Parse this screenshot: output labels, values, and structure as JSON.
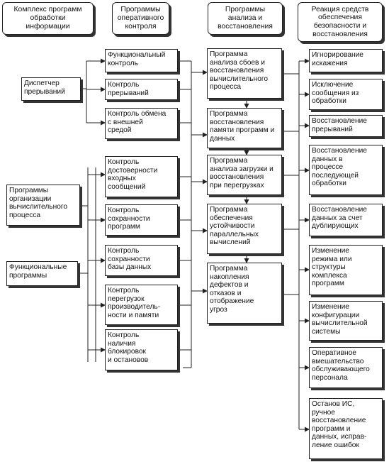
{
  "headers": [
    "Комплекс программ\nобработки\nинформации",
    "Программы\nоперативного\nконтроля",
    "Программы\nанализа и\nвосстановления",
    "Реакция средств\nобеспечения\nбезопасности и\nвосстановления"
  ],
  "sources": [
    "Диспетчер\nпрерываний",
    "Программы\nорганизации\nвычислительного\nпроцесса",
    "Функциональные\nпрограммы"
  ],
  "control": [
    "Функциональный\nконтроль",
    "Контроль\nпрерываний",
    "Контроль обмена\nс внешней\nсредой",
    "Контроль\nдостоверности\nвходных\nсообщений",
    "Контроль\nсохранности\nпрограмм",
    "Контроль\nсохранности\nбазы данных",
    "Контроль\nперегрузок\nпроизводитель-\nности и памяти",
    "Контроль\nналичия\nблокировок\nи остановов"
  ],
  "analysis": [
    "Программа\nанализа сбоев и\nвосстановления\nвычислительного\nпроцесса",
    "Программа\nвосстановления\nпамяти программ и\nданных",
    "Программа\nанализа загрузки и\nвосстановления\nпри перегрузках",
    "Программа\nобеспечения\nустойчивости\nпараллельных\nвычислений",
    "Программа\nнакопления\nдефектов и\nотказов и\nотображение\nугроз"
  ],
  "reactions": [
    "Игнорирование\nискажения",
    "Исключение\nсообщения из\nобработки",
    "Восстановление\nпрерываний",
    "Восстановление\nданных в\nпроцессе\nпоследующей\nобработки",
    "Восстановление\nданных за счет\nдублирующих",
    "Изменение\nрежима или\nструктуры\nкомплекса\nпрограмм",
    "Изменение\nконфигурации\nвычислительной\nсистемы",
    "Оперативное\nвмешательство\nобслуживающего\nперсонала",
    "Останов ИС,\nручное\nвосстановление\nпрограмм и\nданных, исправ-\nление ошибок"
  ]
}
